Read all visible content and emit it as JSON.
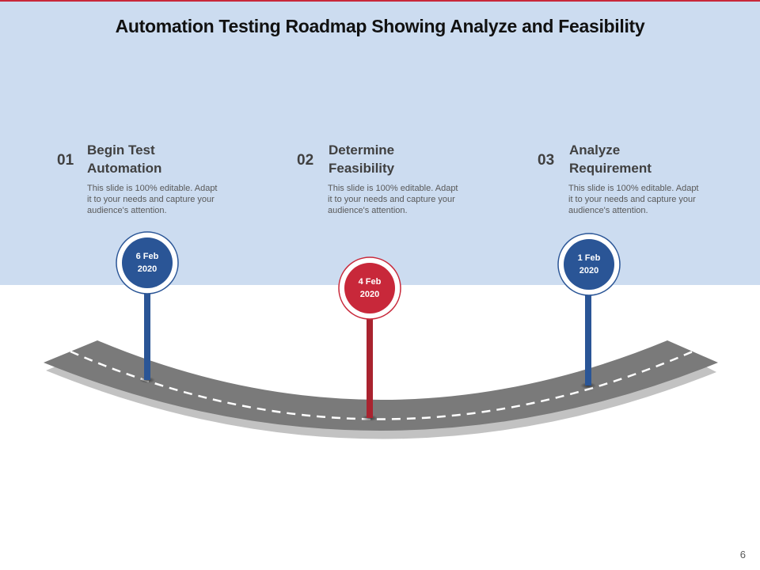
{
  "slide": {
    "title": "Automation Testing Roadmap Showing Analyze and Feasibility",
    "page_number": "6"
  },
  "colors": {
    "band": "#ccdcf0",
    "road": "#7a7a7a",
    "blue_pin": "#2a5596",
    "red_pin": "#c8283a"
  },
  "steps": [
    {
      "number": "01",
      "heading_line1": "Begin Test",
      "heading_line2": "Automation",
      "desc_line1": "This slide is 100% editable. Adapt",
      "desc_line2": "it to your needs and capture your",
      "desc_line3": "audience's attention."
    },
    {
      "number": "02",
      "heading_line1": "Determine",
      "heading_line2": "Feasibility",
      "desc_line1": "This slide is 100% editable. Adapt",
      "desc_line2": "it to your needs and capture your",
      "desc_line3": "audience's attention."
    },
    {
      "number": "03",
      "heading_line1": "Analyze",
      "heading_line2": "Requirement",
      "desc_line1": "This slide is 100% editable. Adapt",
      "desc_line2": "it to your needs and capture your",
      "desc_line3": "audience's attention."
    }
  ],
  "pins": [
    {
      "date_line1": "6 Feb",
      "date_line2": "2020",
      "color": "blue"
    },
    {
      "date_line1": "4 Feb",
      "date_line2": "2020",
      "color": "red"
    },
    {
      "date_line1": "1 Feb",
      "date_line2": "2020",
      "color": "blue"
    }
  ]
}
